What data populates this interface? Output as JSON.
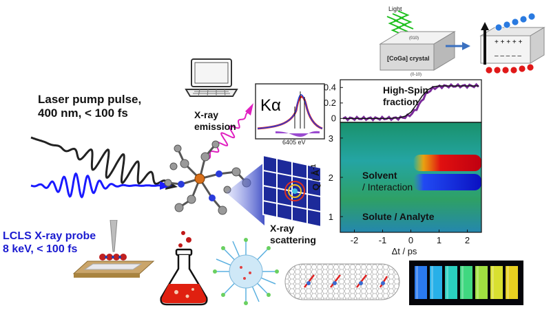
{
  "labels": {
    "pump_line1": "Laser pump pulse,",
    "pump_line2": "400 nm, < 100 fs",
    "emission_line1": "X-ray",
    "emission_line2": "emission",
    "scatter_line1": "X-ray",
    "scatter_line2": "scattering",
    "probe_line1": "LCLS X-ray probe",
    "probe_line2": "8 keV, < 100 fs",
    "kalpha": "Kα",
    "kalpha_energy": "6405 eV",
    "light": "Light",
    "crystal": "[CoGa] crystal",
    "face_top": "(010)",
    "face_side": "(0-10)",
    "hs_title_line1": "High-Spin",
    "hs_title_line2": "fraction",
    "solvent_line1": "Solvent",
    "solvent_line2": "/ Interaction",
    "solute": "Solute / Analyte",
    "q_axis": "Q / Å",
    "q_axis_sup": "-1",
    "t_axis": "Δt / ps"
  },
  "colors": {
    "pump": "#222222",
    "probe": "#1a1aff",
    "emission": "#e020c0",
    "probe_text": "#1a1ad0",
    "hs_trace": "#7a2a9a",
    "fit": "#111111"
  },
  "chart_data": [
    {
      "type": "line",
      "title": "High-Spin fraction",
      "xlim": [
        -2.5,
        2.5
      ],
      "ylim": [
        -0.05,
        0.5
      ],
      "yticks": [
        "0",
        "0.2",
        "0.4"
      ],
      "x": [
        -2.4,
        -2.0,
        -1.6,
        -1.2,
        -0.8,
        -0.4,
        -0.2,
        0.0,
        0.2,
        0.4,
        0.6,
        0.8,
        1.0,
        1.4,
        1.8,
        2.2,
        2.4
      ],
      "values": [
        0.0,
        0.0,
        0.0,
        0.0,
        0.0,
        0.01,
        0.03,
        0.08,
        0.18,
        0.29,
        0.37,
        0.41,
        0.42,
        0.42,
        0.42,
        0.42,
        0.42
      ]
    },
    {
      "type": "heatmap",
      "xlabel": "Δt / ps",
      "ylabel": "Q / Å-1",
      "xticks": [
        "-2",
        "-1",
        "0",
        "1",
        "2"
      ],
      "yticks": [
        "1",
        "2",
        "3"
      ],
      "xlim": [
        -2.5,
        2.5
      ],
      "ylim": [
        0.6,
        3.4
      ]
    }
  ]
}
